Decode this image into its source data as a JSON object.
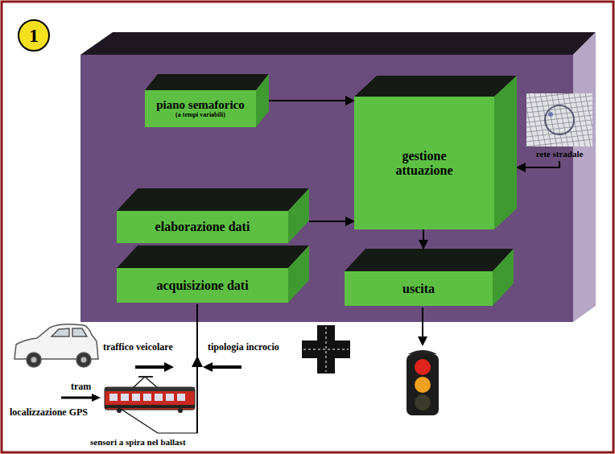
{
  "diagram": {
    "nodes": [
      {
        "text": [
          "1"
        ]
      },
      {
        "text": [
          "piano semaforico",
          "(a tempi variabili)"
        ]
      },
      {
        "text": [
          "gestione attuazione"
        ]
      },
      {
        "text": [
          "elaborazione dati"
        ]
      },
      {
        "text": [
          "acquisizione dati"
        ]
      },
      {
        "text": [
          "uscita"
        ]
      },
      {
        "text": [
          "rete stradale"
        ]
      }
    ],
    "edges": [
      {
        "from": 1,
        "to": 2,
        "arrow": "to"
      },
      {
        "from": 3,
        "to": 2,
        "arrow": "to"
      },
      {
        "from": 6,
        "to": 2,
        "arrow": "to"
      },
      {
        "from": 2,
        "to": 5,
        "arrow": "to"
      }
    ],
    "labels": [
      "traffico veicolare",
      "tipologia incrocio",
      "tram",
      "localizzazione GPS",
      "sensori a spira nel ballast"
    ]
  }
}
